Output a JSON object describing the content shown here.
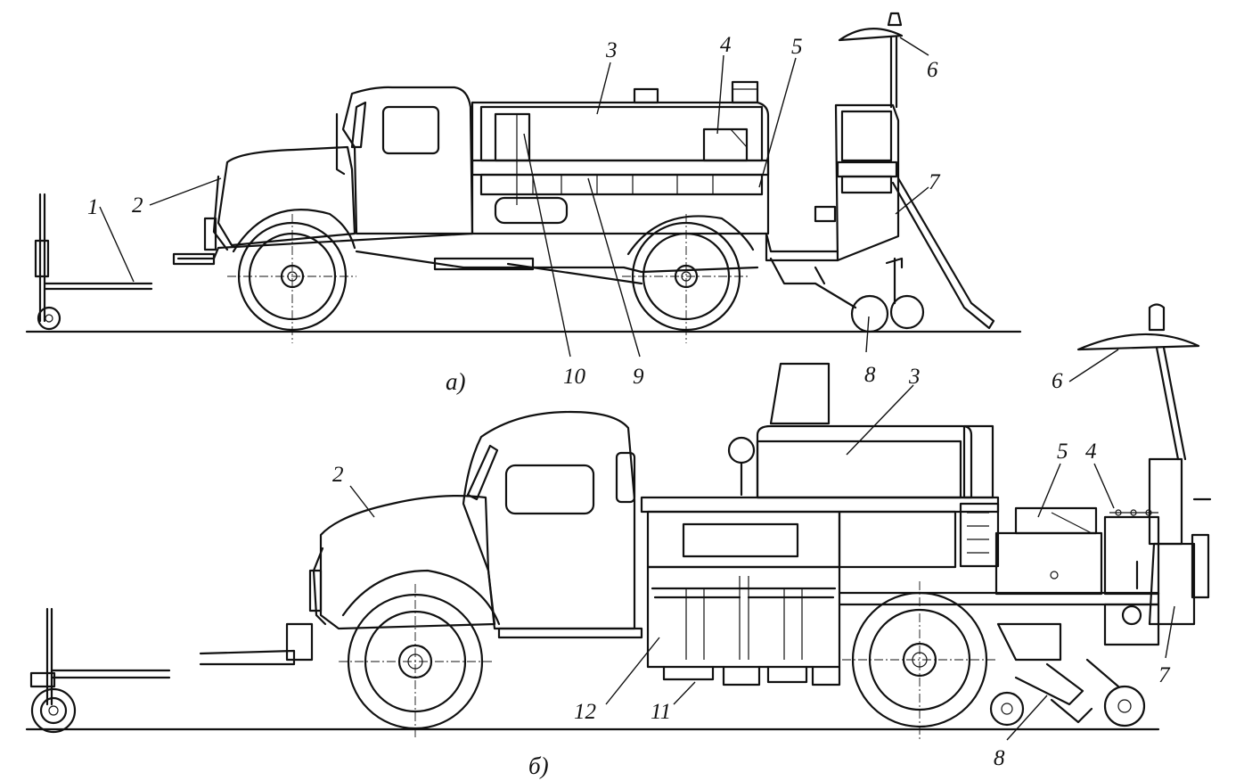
{
  "views": {
    "a": {
      "caption": "а)",
      "labels": [
        "1",
        "2",
        "3",
        "4",
        "5",
        "6",
        "7",
        "8",
        "9",
        "10"
      ]
    },
    "b": {
      "caption": "б)",
      "labels": [
        "2",
        "3",
        "6",
        "5",
        "4",
        "7",
        "8",
        "11",
        "12"
      ]
    }
  }
}
